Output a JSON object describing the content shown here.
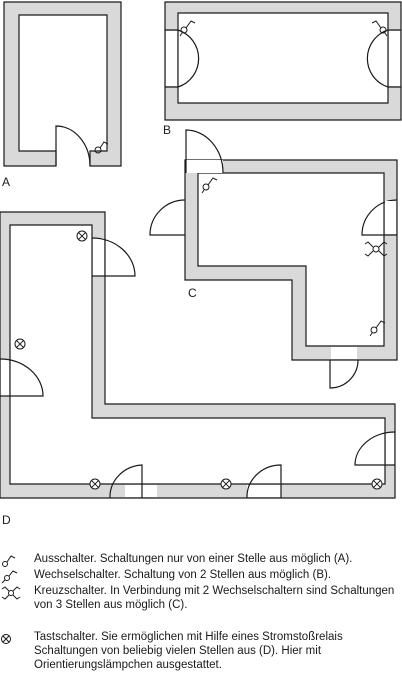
{
  "labels": {
    "a": "A",
    "b": "B",
    "c": "C",
    "d": "D"
  },
  "legend": [
    {
      "icon": "ausschalter-icon",
      "text": "Ausschalter. Schaltungen nur von einer Stelle aus möglich (A)."
    },
    {
      "icon": "wechselschalter-icon",
      "text": "Wechselschalter. Schaltung von 2 Stellen aus möglich (B)."
    },
    {
      "icon": "kreuzschalter-icon",
      "text": "Kreuzschalter. In Verbindung mit 2 Wechselschaltern sind Schaltungen von 3 Stellen aus möglich (C)."
    },
    {
      "icon": "tastschalter-icon",
      "text": "Tastschalter. Sie ermöglichen mit Hilfe eines Stromstoßrelais Schaltungen von beliebig vielen Stellen aus (D). Hier mit Orientierungslämpchen ausgestattet."
    }
  ],
  "colors": {
    "wall_fill": "#d9d9d9",
    "line": "#1a1a1a",
    "background": "#ffffff"
  }
}
